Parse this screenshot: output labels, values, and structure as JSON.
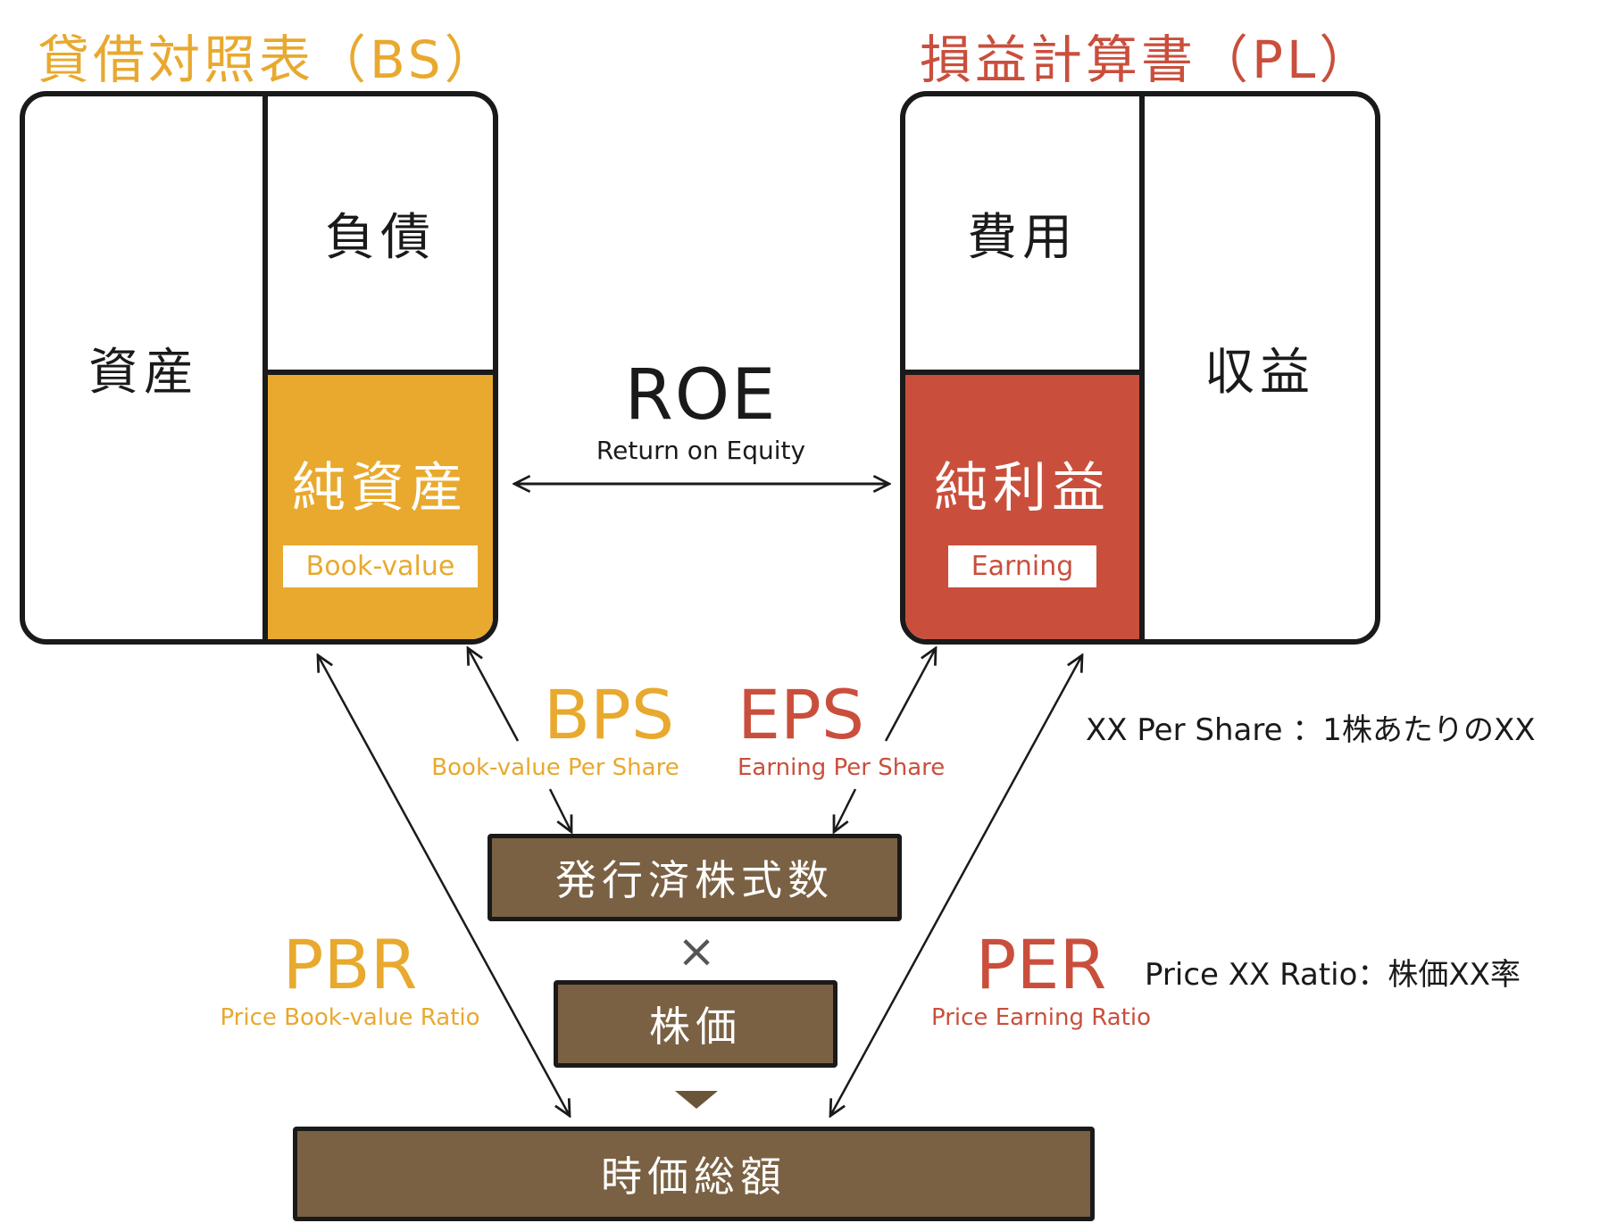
{
  "balance_sheet": {
    "title": "貸借対照表（BS）",
    "assets": "資産",
    "liabilities": "負債",
    "net_assets": "純資産",
    "net_assets_tag": "Book-value"
  },
  "income_statement": {
    "title": "損益計算書（PL）",
    "expenses": "費用",
    "revenue": "収益",
    "net_income": "純利益",
    "net_income_tag": "Earning"
  },
  "roe": {
    "label": "ROE",
    "sub": "Return on Equity"
  },
  "bps": {
    "label": "BPS",
    "sub": "Book-value Per Share"
  },
  "eps": {
    "label": "EPS",
    "sub": "Earning Per Share"
  },
  "pbr": {
    "label": "PBR",
    "sub": "Price Book-value Ratio"
  },
  "per": {
    "label": "PER",
    "sub": "Price Earning Ratio"
  },
  "notes": {
    "per_share": "XX Per Share ：1株あたりのXX",
    "price_ratio": "Price XX Ratio：株価XX率"
  },
  "boxes": {
    "shares": "発行済株式数",
    "times": "×",
    "price": "株価",
    "market_cap": "時価総額"
  },
  "colors": {
    "orange": "#e8a92e",
    "red": "#c94f3c",
    "brown": "#7a6143",
    "ink": "#1a1a1a"
  }
}
